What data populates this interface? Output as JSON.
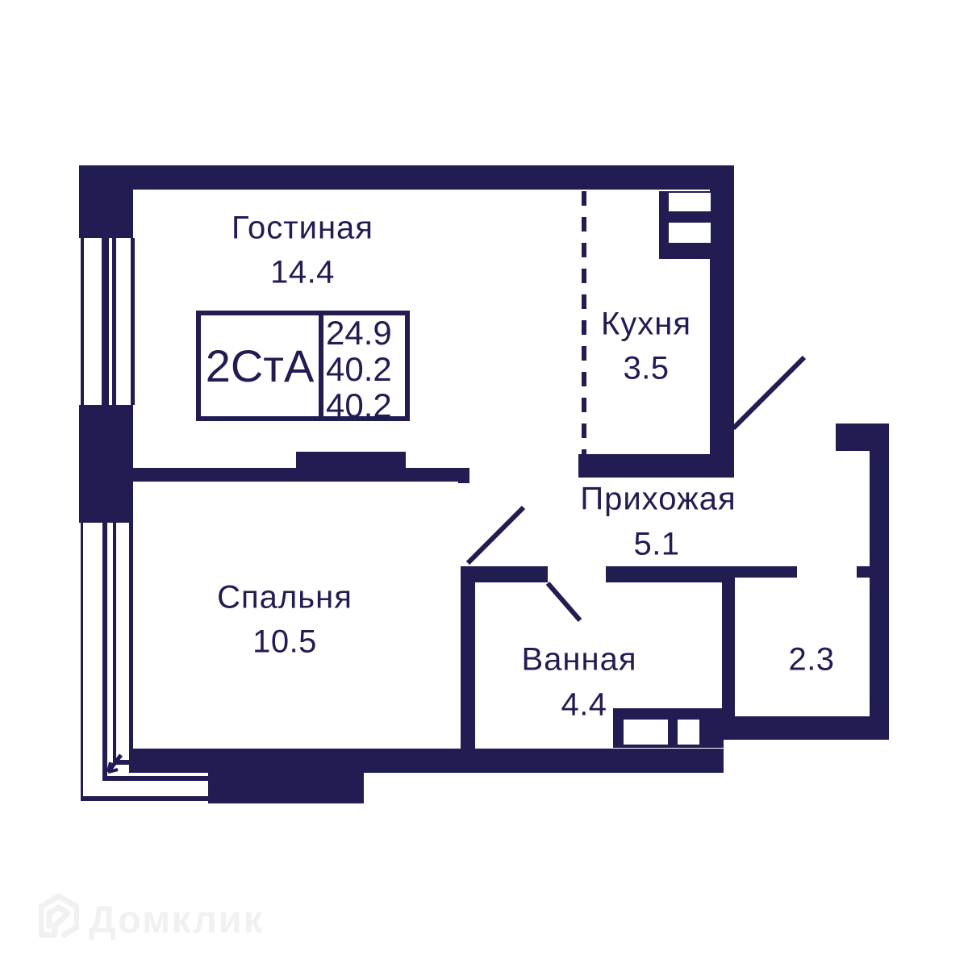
{
  "unit": {
    "type_label": "2СтА",
    "area_living": "24.9",
    "area_total": "40.2",
    "area_total_repeat": "40.2"
  },
  "rooms": [
    {
      "name": "Гостиная",
      "area": "14.4"
    },
    {
      "name": "Кухня",
      "area": "3.5"
    },
    {
      "name": "Прихожая",
      "area": "5.1"
    },
    {
      "name": "Спальня",
      "area": "10.5"
    },
    {
      "name": "Ванная",
      "area": "4.4"
    },
    {
      "name": "",
      "area": "2.3"
    }
  ],
  "watermark": {
    "brand": "Домклик"
  },
  "colors": {
    "wall": "#211c52",
    "background": "#ffffff",
    "watermark": "#f1f1f1"
  }
}
